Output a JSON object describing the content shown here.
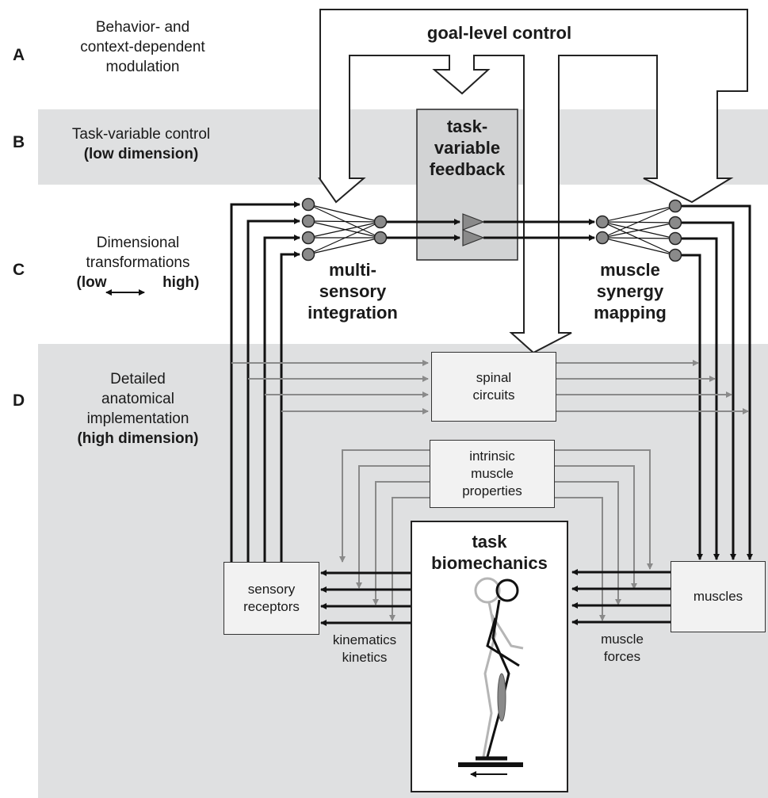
{
  "levels": {
    "a": {
      "letter": "A",
      "line1": "Behavior- and",
      "line2": "context-dependent",
      "line3": "modulation"
    },
    "b": {
      "letter": "B",
      "line1": "Task-variable control",
      "line2": "(low dimension)"
    },
    "c": {
      "letter": "C",
      "line1": "Dimensional",
      "line2": "transformations",
      "low": "(low",
      "high": "high)"
    },
    "d": {
      "letter": "D",
      "line1": "Detailed",
      "line2": "anatomical",
      "line3": "implementation",
      "line4": "(high dimension)"
    }
  },
  "nodes": {
    "goal": "goal-level control",
    "task_variable_feedback": [
      "task-",
      "variable",
      "feedback"
    ],
    "multisensory": [
      "multi-",
      "sensory",
      "integration"
    ],
    "muscle_synergy": [
      "muscle",
      "synergy",
      "mapping"
    ],
    "spinal": [
      "spinal",
      "circuits"
    ],
    "intrinsic": [
      "intrinsic",
      "muscle",
      "properties"
    ],
    "biomechanics": [
      "task",
      "biomechanics"
    ],
    "sensory_receptors": [
      "sensory",
      "receptors"
    ],
    "muscles": "muscles"
  },
  "annotations": {
    "kinematics": "kinematics",
    "kinetics": "kinetics",
    "muscle": "muscle",
    "forces": "forces"
  }
}
